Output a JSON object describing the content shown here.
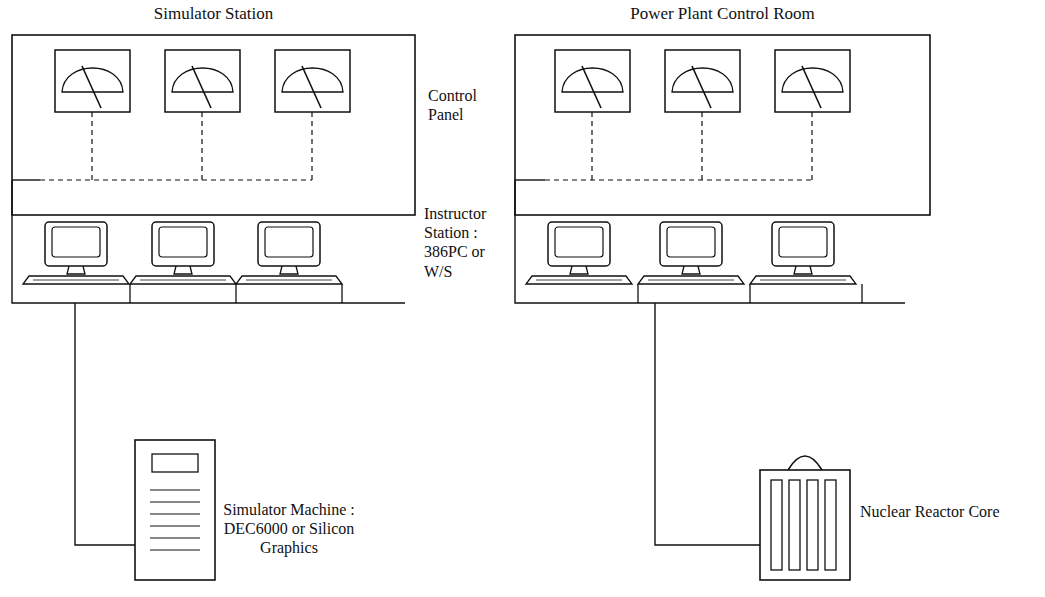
{
  "diagram": {
    "nodes": [
      {
        "text": [
          "Simulator Station"
        ]
      },
      {
        "text": [
          "Power Plant Control Room"
        ]
      },
      {
        "text": [
          "Simulator Machine : DEC6000 or Silicon Graphics"
        ]
      },
      {
        "text": [
          "Nuclear Reactor Core"
        ]
      }
    ],
    "edges": [
      {
        "from": 0,
        "to": 2,
        "arrow": "none"
      },
      {
        "from": 1,
        "to": 3,
        "arrow": "none"
      }
    ],
    "labels": [
      "Control Panel",
      "Instructor Station : 386PC or W/S"
    ]
  }
}
